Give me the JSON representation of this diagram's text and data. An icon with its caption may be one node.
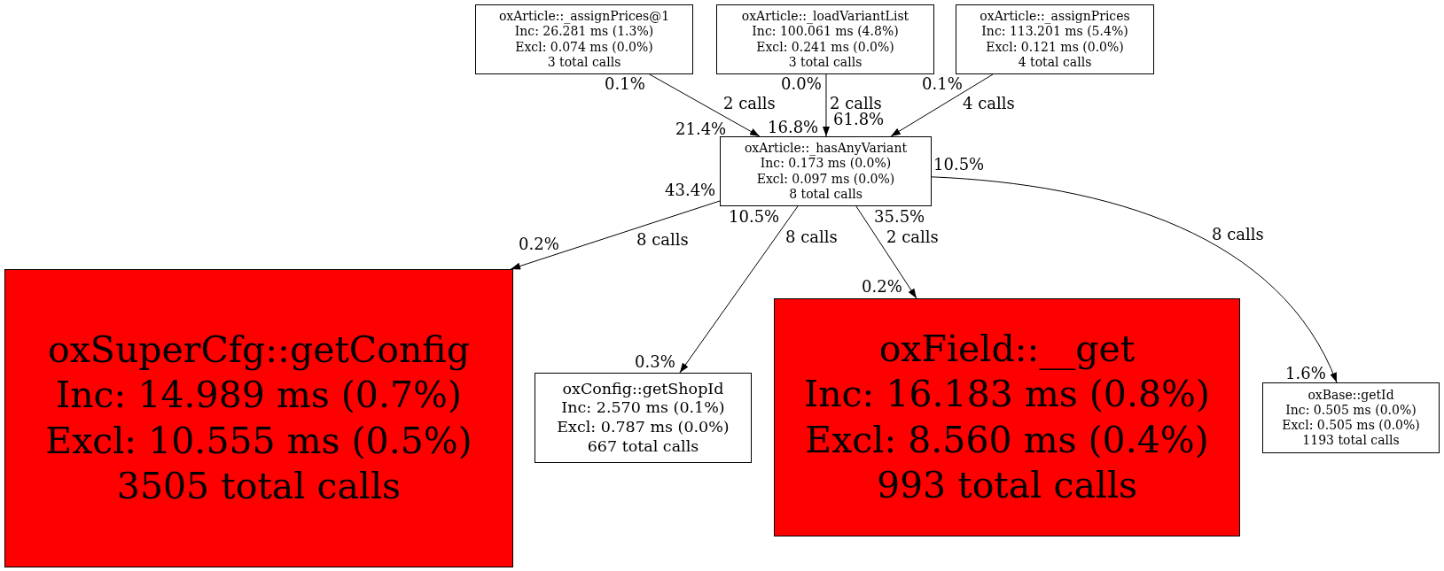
{
  "diagram": {
    "nodes": [
      {
        "text": [
          "oxArticle::_assignPrices@1",
          "Inc: 26.281 ms (1.3%)",
          "Excl: 0.074 ms (0.0%)",
          "3 total calls"
        ]
      },
      {
        "text": [
          "oxArticle::_loadVariantList",
          "Inc: 100.061 ms (4.8%)",
          "Excl: 0.241 ms (0.0%)",
          "3 total calls"
        ]
      },
      {
        "text": [
          "oxArticle::_assignPrices",
          "Inc: 113.201 ms (5.4%)",
          "Excl: 0.121 ms (0.0%)",
          "4 total calls"
        ]
      },
      {
        "text": [
          "oxArticle::_hasAnyVariant",
          "Inc: 0.173 ms (0.0%)",
          "Excl: 0.097 ms (0.0%)",
          "8 total calls"
        ]
      },
      {
        "text": [
          "oxSuperCfg::getConfig",
          "Inc: 14.989 ms (0.7%)",
          "Excl: 10.555 ms (0.5%)",
          "3505 total calls"
        ]
      },
      {
        "text": [
          "oxConfig::getShopId",
          "Inc: 2.570 ms (0.1%)",
          "Excl: 0.787 ms (0.0%)",
          "667 total calls"
        ]
      },
      {
        "text": [
          "oxField::__get",
          "Inc: 16.183 ms (0.8%)",
          "Excl: 8.560 ms (0.4%)",
          "993 total calls"
        ]
      },
      {
        "text": [
          "oxBase::getId",
          "Inc: 0.505 ms (0.0%)",
          "Excl: 0.505 ms (0.0%)",
          "1193 total calls"
        ]
      }
    ],
    "edges": [
      {
        "from": 0,
        "to": 3,
        "arrow": "to",
        "label": "2 calls"
      },
      {
        "from": 1,
        "to": 3,
        "arrow": "to",
        "label": "2 calls"
      },
      {
        "from": 2,
        "to": 3,
        "arrow": "to",
        "label": "4 calls"
      },
      {
        "from": 3,
        "to": 4,
        "arrow": "to",
        "label": "8 calls"
      },
      {
        "from": 3,
        "to": 5,
        "arrow": "to",
        "label": "8 calls"
      },
      {
        "from": 3,
        "to": 6,
        "arrow": "to",
        "label": "2 calls"
      },
      {
        "from": 3,
        "to": 7,
        "arrow": "to",
        "label": "8 calls"
      }
    ],
    "labels": [
      "0.1%",
      "0.0%",
      "0.1%",
      "21.4%",
      "16.8%",
      "61.8%",
      "10.5%",
      "43.4%",
      "10.5%",
      "35.5%",
      "0.2%",
      "0.2%",
      "0.3%",
      "1.6%"
    ]
  }
}
